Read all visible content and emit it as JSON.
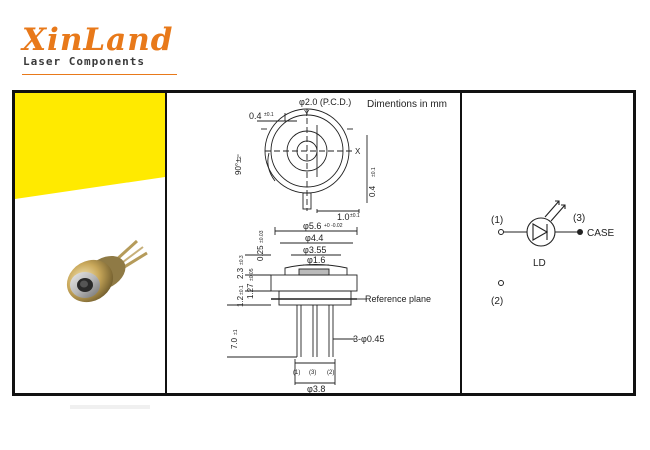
{
  "logo": {
    "name": "XinLand",
    "tagline": "Laser Components",
    "brand_color": "#e8791a"
  },
  "panel_colors": {
    "highlight": "#ffea00",
    "lines": "#111111"
  },
  "diagram": {
    "units_note": "Dimentions in mm",
    "pcd_label": "φ2.0 (P.C.D.)",
    "y_axis": "Y",
    "x_axis": "X",
    "d_0_4": "0.4",
    "tol_0_1": "±0.1",
    "angle_label": "90°±",
    "angle_tol": "2°",
    "d_1_0": "1.0",
    "d_5_6": "φ5.6",
    "d_5_6_tol": "+0 -0.02",
    "d_4_4": "φ4.4",
    "d_3_55": "φ3.55",
    "d_1_6": "φ1.6",
    "d_0_25": "0.25",
    "d_0_25_tol": "±0.03",
    "d_2_3": "2.3",
    "d_2_3_tol": "±0.3",
    "d_1_27": "1.27",
    "d_1_27_tol": "±0.05",
    "d_1_2": "1.2",
    "d_1_2_tol": "±0.1",
    "d_7_0": "7.0",
    "d_7_0_tol": "±1",
    "ref_plane": "Reference plane",
    "pin_dia": "3-φ0.45",
    "pin1": "(1)",
    "pin3": "(3)",
    "pin2": "(2)",
    "d_3_8": "φ3.8"
  },
  "circuit": {
    "pin1": "(1)",
    "pin3": "(3)",
    "case": "CASE",
    "device": "LD",
    "pin2": "(2)"
  }
}
